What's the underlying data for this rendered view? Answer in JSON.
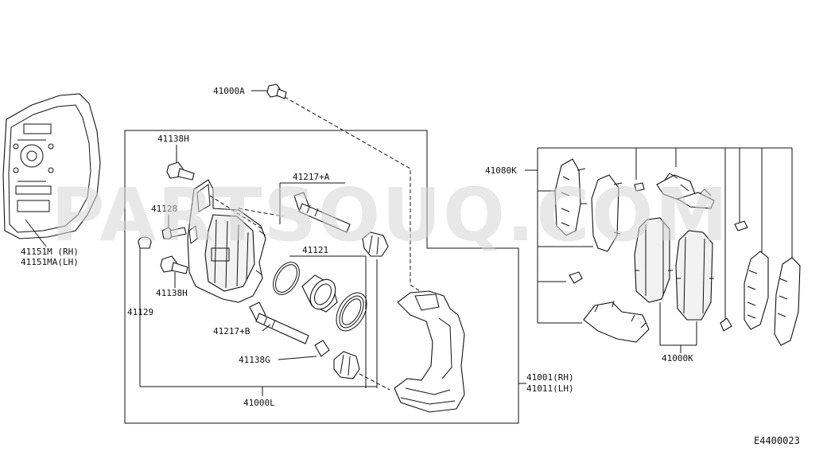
{
  "diagram": {
    "drawing_code": "E4400023",
    "watermark": "PARTSOUQ.COM",
    "callouts": {
      "c41000A": "41000A",
      "c41138H_top": "41138H",
      "c41217A": "41217+A",
      "c41128": "41128",
      "c41121": "41121",
      "c41151M": "41151M (RH)",
      "c41151MA": "41151MA(LH)",
      "c41138H_low": "41138H",
      "c41129": "41129",
      "c41217B": "41217+B",
      "c41138G": "41138G",
      "c41000L": "41000L",
      "c41001": "41001(RH)",
      "c41011": "41011(LH)",
      "c41080K": "41080K",
      "c41000K": "41000K"
    }
  }
}
